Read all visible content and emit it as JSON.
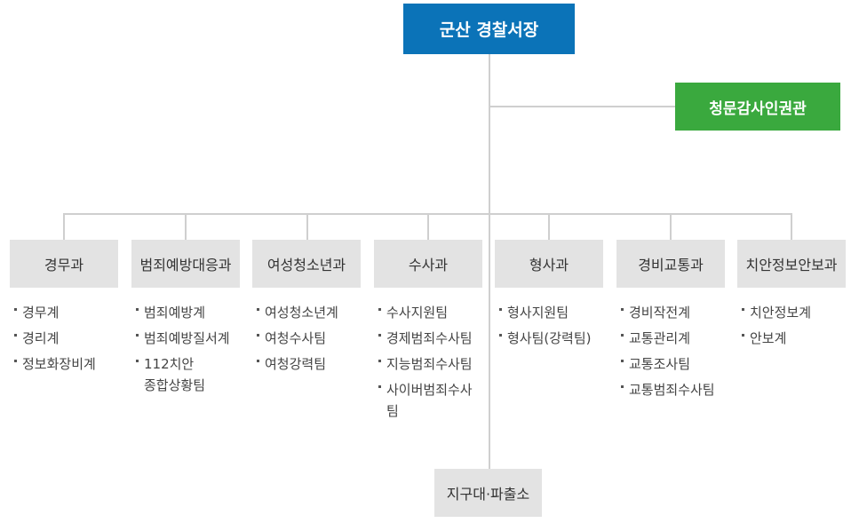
{
  "head": {
    "label": "군산 경찰서장"
  },
  "audit": {
    "label": "청문감사인권관"
  },
  "departments": [
    {
      "label": "경무과",
      "items": [
        "경무계",
        "경리계",
        "정보화장비계"
      ]
    },
    {
      "label": "범죄예방대응과",
      "items": [
        "범죄예방계",
        "범죄예방질서계",
        "112치안\n종합상황팀"
      ]
    },
    {
      "label": "여성청소년과",
      "items": [
        "여성청소년계",
        "여청수사팀",
        "여청강력팀"
      ]
    },
    {
      "label": "수사과",
      "items": [
        "수사지원팀",
        "경제범죄수사팀",
        "지능범죄수사팀",
        "사이버범죄수사\n팀"
      ]
    },
    {
      "label": "형사과",
      "items": [
        "형사지원팀",
        "형사팀(강력팀)"
      ]
    },
    {
      "label": "경비교통과",
      "items": [
        "경비작전계",
        "교통관리계",
        "교통조사팀",
        "교통범죄수사팀"
      ]
    },
    {
      "label": "치안정보안보과",
      "items": [
        "치안정보계",
        "안보계"
      ]
    }
  ],
  "substation": {
    "label": "지구대·파출소"
  },
  "colors": {
    "head": "#0b73b8",
    "audit": "#3aa93e",
    "dept": "#e3e3e3",
    "line": "#cfcfcf"
  }
}
